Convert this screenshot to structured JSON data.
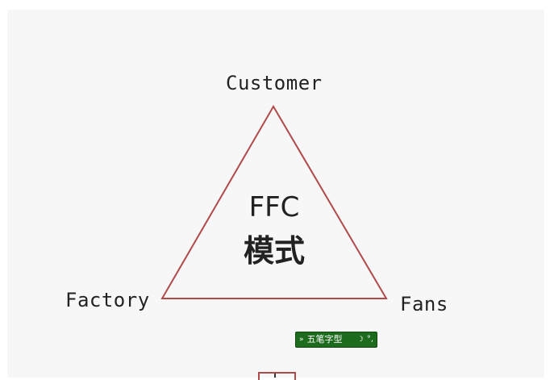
{
  "diagram": {
    "top_label": "Customer",
    "left_label": "Factory",
    "right_label": "Fans",
    "center_line1": "FFC",
    "center_line2": "模式",
    "triangle_color": "#b04a4a",
    "text_color": "#222222",
    "background_color": "#f7f7f7"
  },
  "ime_toolbar": {
    "chevron_icon": "double-chevron-down-icon",
    "label": "五笔字型",
    "moon_icon": "moon-icon",
    "punct_icon": "chinese-punctuation-icon",
    "background": "#1d6b1d"
  }
}
